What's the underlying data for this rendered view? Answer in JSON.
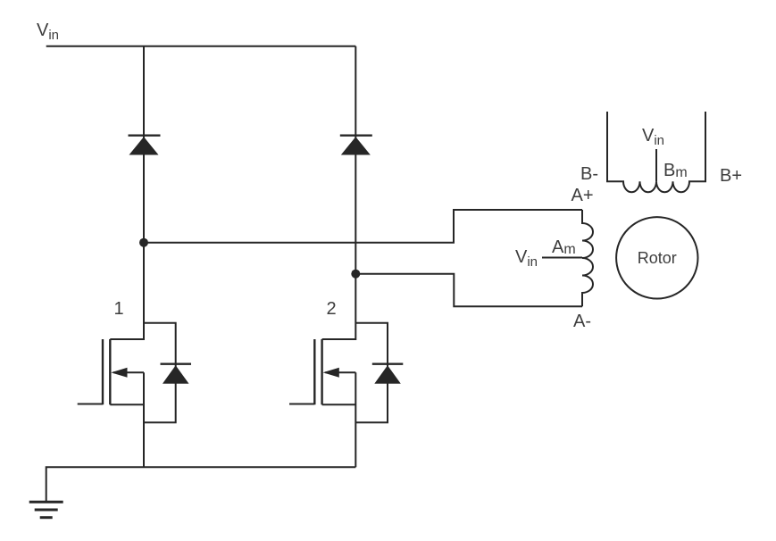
{
  "colors": {
    "line": "#262626",
    "text": "#3d3d3d",
    "background": "#ffffff"
  },
  "labels": {
    "supply": {
      "base": "V",
      "sub": "in"
    },
    "switch1": "1",
    "switch2": "2",
    "phase_a": {
      "plus": "A+",
      "minus": "A-",
      "mid_base": "A",
      "mid_sub": "m",
      "tap_base": "V",
      "tap_sub": "in"
    },
    "phase_b": {
      "minus": "B-",
      "plus": "B+",
      "mid_base": "B",
      "mid_sub": "m",
      "tap_base": "V",
      "tap_sub": "in"
    },
    "rotor": "Rotor"
  }
}
